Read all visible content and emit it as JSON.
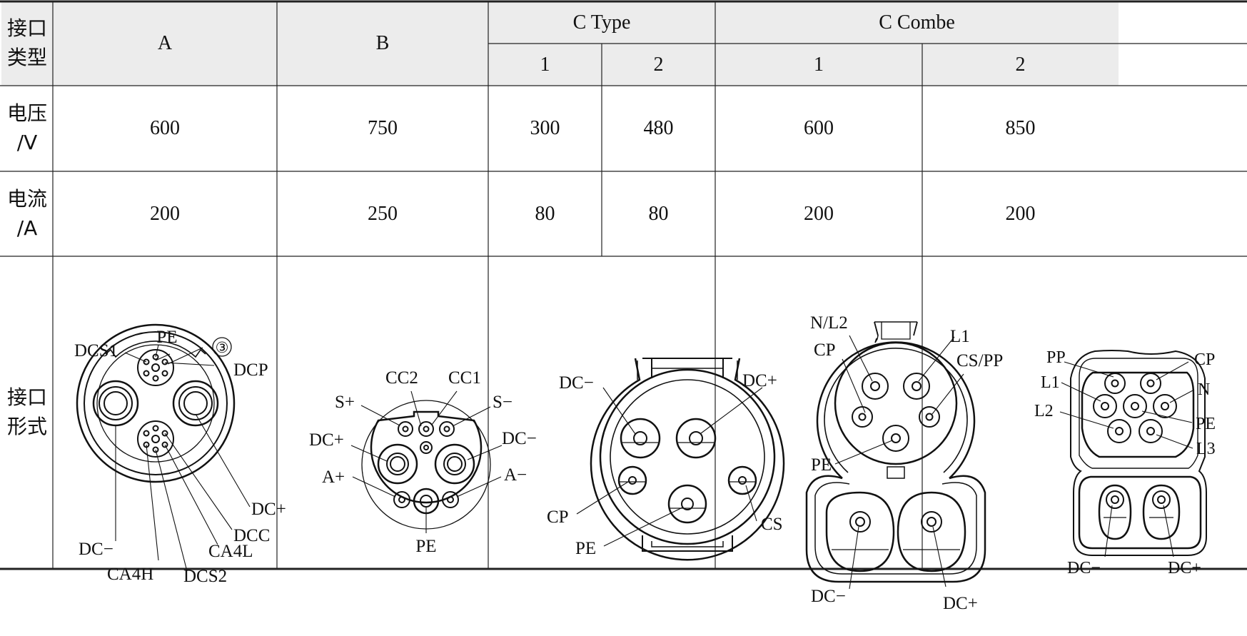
{
  "table": {
    "header": {
      "row_label_line1": "接口",
      "row_label_line2": "类型",
      "col_a": "A",
      "col_b": "B",
      "group_c_type": "C Type",
      "group_c_combe": "C Combe",
      "c_type_1": "1",
      "c_type_2": "2",
      "c_combe_1": "1",
      "c_combe_2": "2"
    },
    "voltage": {
      "label_line1": "电压",
      "label_line2": "/V",
      "values": [
        "600",
        "750",
        "300",
        "480",
        "600",
        "850"
      ]
    },
    "current": {
      "label_line1": "电流",
      "label_line2": "/A",
      "values": [
        "200",
        "250",
        "80",
        "80",
        "200",
        "200"
      ]
    },
    "form": {
      "label_line1": "接口",
      "label_line2": "形式"
    }
  },
  "diagrams": {
    "a": [
      "PE",
      "③",
      "DCS1",
      "DCP",
      "DC+",
      "DCC",
      "CA4L",
      "DCS2",
      "CA4H",
      "DC−"
    ],
    "b": [
      "CC2",
      "CC1",
      "S+",
      "S−",
      "DC+",
      "DC−",
      "A+",
      "A−",
      "PE"
    ],
    "c_type_1_2": [
      "DC−",
      "DC+",
      "CP",
      "PE",
      "CS"
    ],
    "c_combe_1": [
      "N/L2",
      "L1",
      "CP",
      "CS/PP",
      "PE",
      "DC−",
      "DC+"
    ],
    "c_combe_2": [
      "PP",
      "CP",
      "L1",
      "N",
      "L2",
      "PE",
      "L3",
      "DC−",
      "DC+"
    ]
  }
}
